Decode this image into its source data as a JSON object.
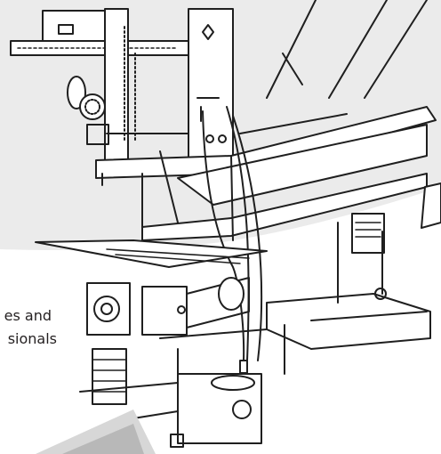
{
  "caption": {
    "line1": "es and",
    "line2": "sionals"
  },
  "colors": {
    "background_top": "#ebebeb",
    "background_bottom": "#ffffff",
    "ink": "#1f1f1f",
    "text": "#231f20"
  },
  "icons": [
    "machine-illustration",
    "motor-icon",
    "control-panel-icon"
  ]
}
